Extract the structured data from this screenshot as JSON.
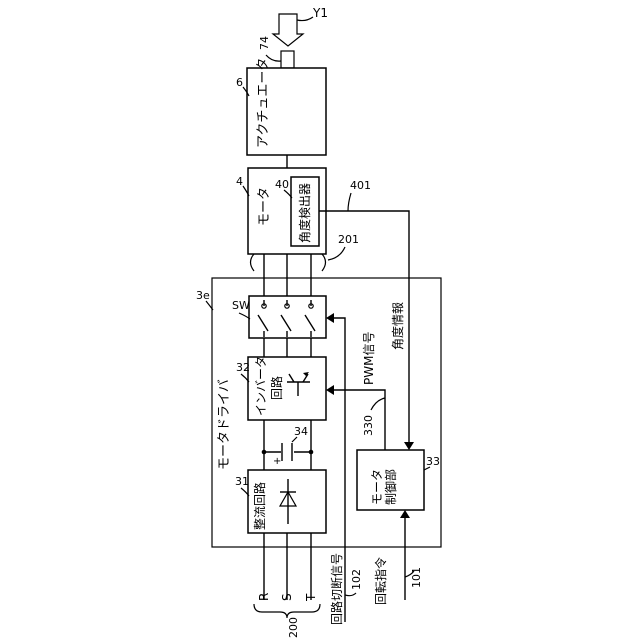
{
  "diagram": {
    "input_label": "Y1",
    "shaft_ref": "74",
    "actuator": {
      "ref": "6",
      "label": "アクチュエータ"
    },
    "motor": {
      "ref": "4",
      "label": "モータ"
    },
    "angle_detector": {
      "ref": "40",
      "label": "角度検出器"
    },
    "angle_signal": {
      "ref": "401",
      "label": "角度情報"
    },
    "cable_ref": "201",
    "driver": {
      "ref": "3e",
      "label": "モータドライバ"
    },
    "switch": {
      "ref": "SW"
    },
    "inverter": {
      "ref": "32",
      "label_line1": "インバータ",
      "label_line2": "回路"
    },
    "capacitor": {
      "ref": "34",
      "plus": "+"
    },
    "rectifier": {
      "ref": "31",
      "label": "整流回路"
    },
    "controller": {
      "ref": "33",
      "label_line1": "モータ",
      "label_line2": "制御部"
    },
    "pwm": {
      "ref": "330",
      "label": "PWM信号"
    },
    "cutoff_signal": {
      "ref": "102",
      "label": "回路切断信号"
    },
    "rotation_command": {
      "ref": "101",
      "label": "回転指令"
    },
    "power_lines": {
      "ref": "200",
      "phases": [
        "R",
        "S",
        "T"
      ]
    }
  }
}
